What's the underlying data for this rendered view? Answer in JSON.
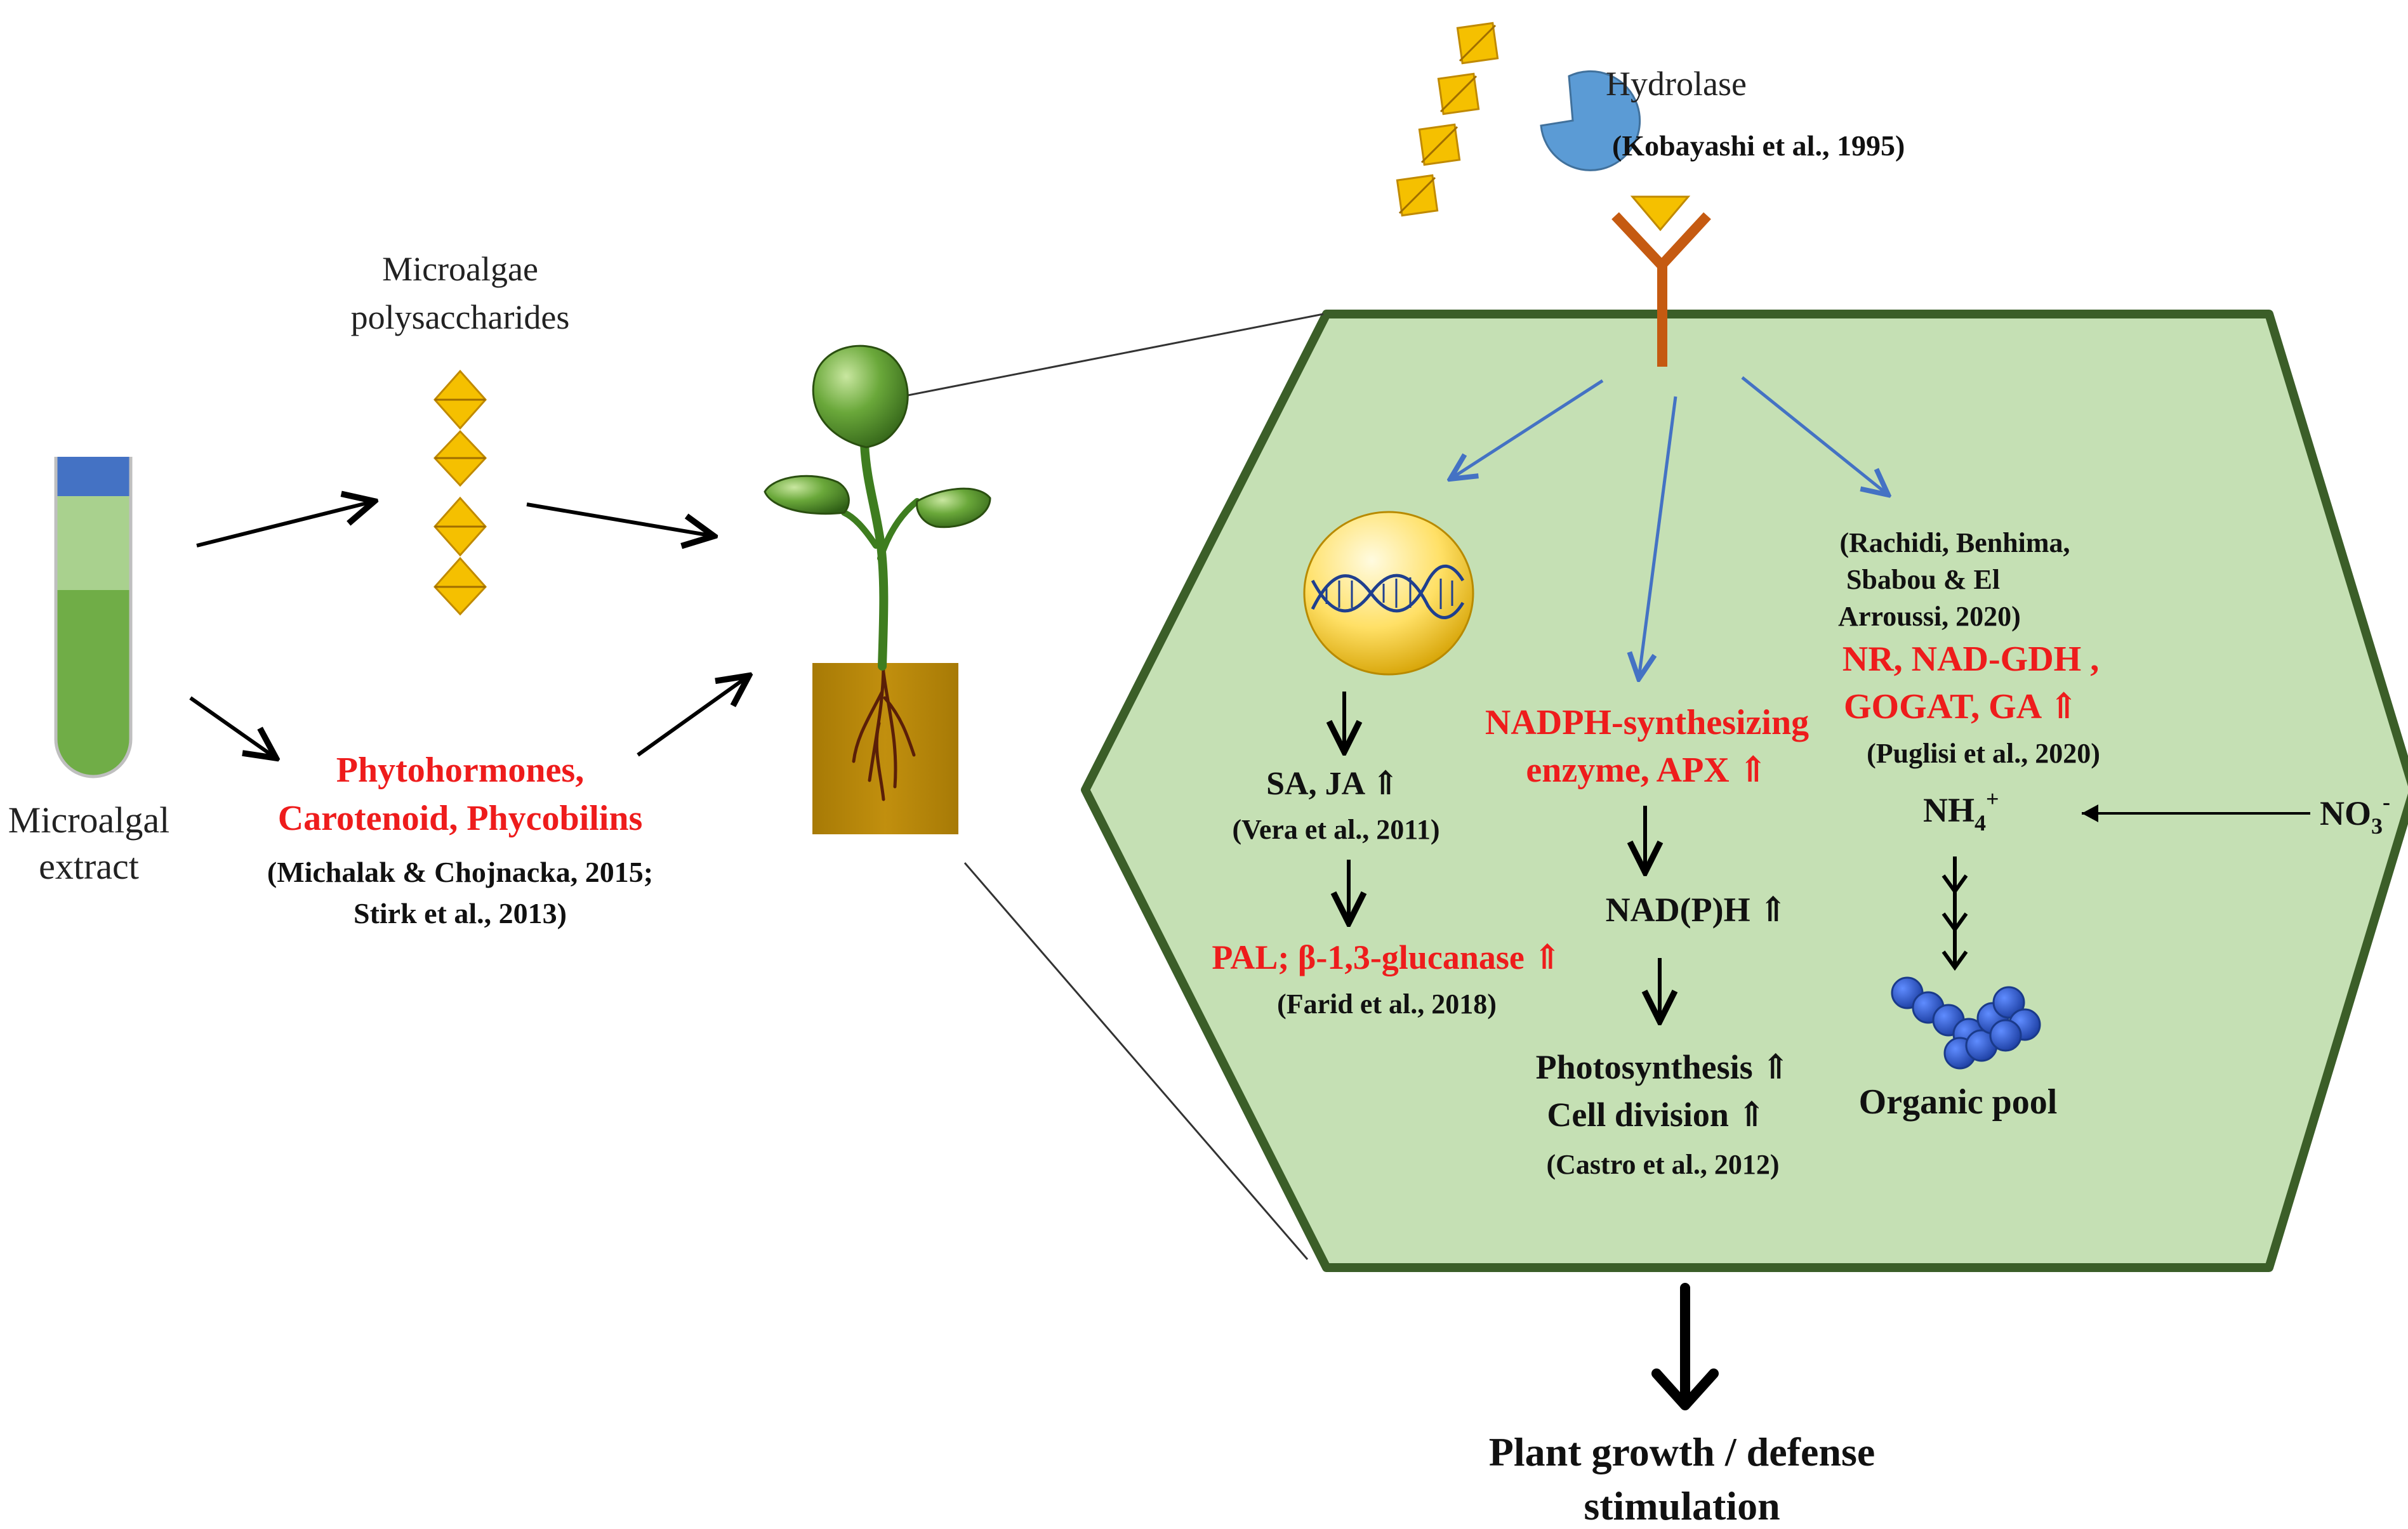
{
  "colors": {
    "hexagon_fill": "#c5e0b4",
    "hexagon_stroke": "#3b5e28",
    "highlight_red": "#ee1c1c",
    "arrow_blue": "#4472c4",
    "diamond_gold": "#f5c000",
    "receptor_orange": "#c55a11",
    "soil_brown": "#b8860b",
    "pool_blue": "#2f5fcc",
    "tube_cap_blue": "#4472c4",
    "tube_light_green": "#a9d18e",
    "tube_green": "#70ad47"
  },
  "icons": {
    "tube": "test-tube-icon",
    "polysaccharide_chain": "diamond-chain-icon",
    "plant": "seedling-icon",
    "enzyme": "hydrolase-pacman-icon",
    "receptor": "receptor-y-icon",
    "nucleus": "dna-nucleus-icon",
    "organic_pool": "bead-chain-icon"
  },
  "left": {
    "tube_label_1": "Microalgal",
    "tube_label_2": "extract",
    "poly_label_1": "Microalgae",
    "poly_label_2": "polysaccharides",
    "hormones_1": "Phytohormones,",
    "hormones_2": "Carotenoid, Phycobilins",
    "hormones_cite_1": "(Michalak & Chojnacka, 2015;",
    "hormones_cite_2": "Stirk et al., 2013)"
  },
  "top": {
    "hydrolase": "Hydrolase",
    "hydrolase_cite": "(Kobayashi et al., 1995)"
  },
  "cell": {
    "left_col": {
      "sa_ja": "SA, JA ⇑",
      "sa_ja_cite": "(Vera et al., 2011)",
      "pal": "PAL; β-1,3-glucanase ⇑",
      "pal_cite": "(Farid et al., 2018)"
    },
    "mid_col": {
      "nadph_1": "NADPH-synthesizing",
      "nadph_2": "enzyme, APX ⇑",
      "nadph_out": "NAD(P)H ⇑",
      "photo": "Photosynthesis ⇑",
      "division": "Cell division ⇑",
      "mid_cite": "(Castro et al., 2012)"
    },
    "right_col": {
      "cite_1": "(Rachidi, Benhima,",
      "cite_2": "Sbabou & El",
      "cite_3": "Arroussi, 2020)",
      "nr_1": "NR, NAD-GDH ,",
      "nr_2": "GOGAT, GA ⇑",
      "nr_cite": "(Puglisi et al., 2020)",
      "nh4_base": "NH",
      "nh4_sub": "4",
      "nh4_sup": "+",
      "no3_base": "NO",
      "no3_sub": "3",
      "no3_sup": "-",
      "pool": "Organic pool"
    }
  },
  "bottom": {
    "result_1": "Plant growth / defense",
    "result_2": "stimulation"
  }
}
